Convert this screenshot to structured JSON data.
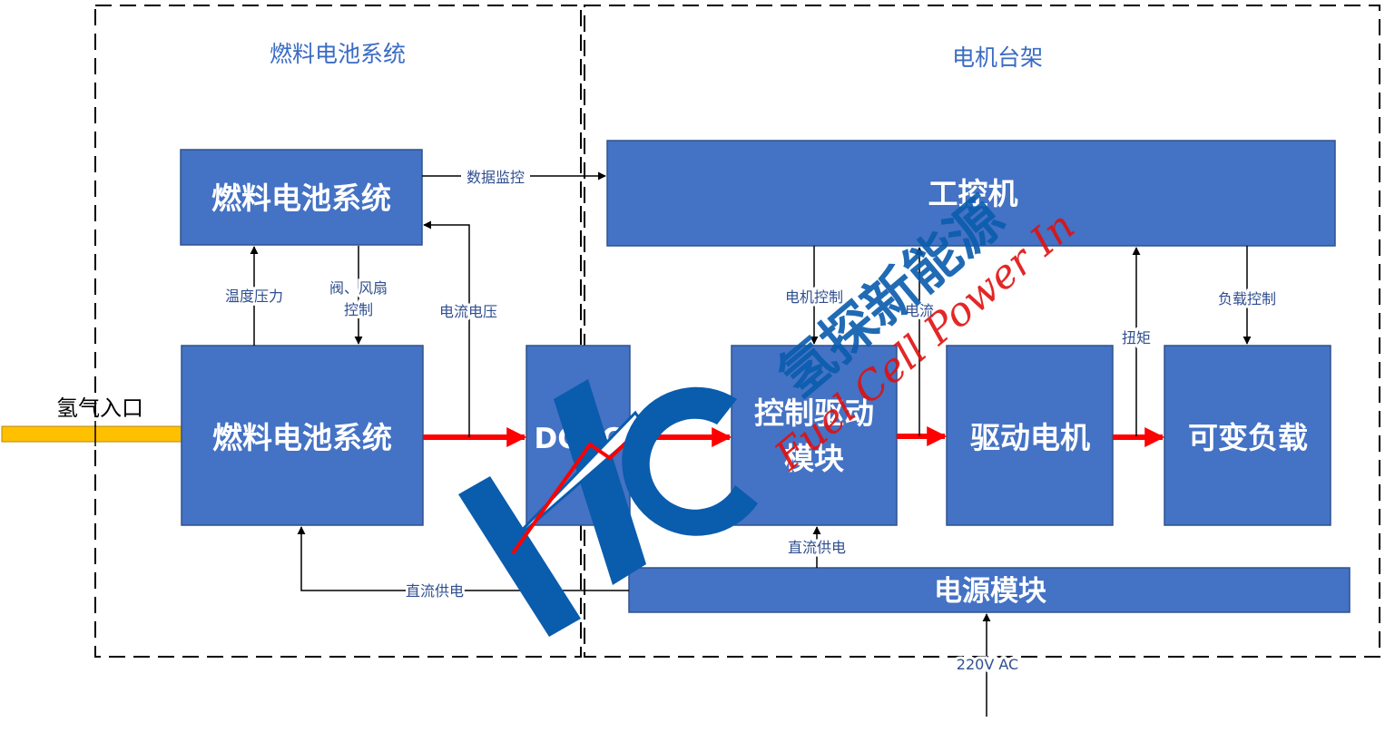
{
  "groups": {
    "fuel_cell": {
      "title": "燃料电池系统"
    },
    "motor_bench": {
      "title": "电机台架"
    }
  },
  "nodes": {
    "fc_controller": "燃料电池系统",
    "fc_stack": "燃料电池系统",
    "dcdc": "DCDC",
    "ipc": "工控机",
    "drive_module_line1": "控制驱动",
    "drive_module_line2": "模块",
    "motor": "驱动电机",
    "load": "可变负载",
    "power_module": "电源模块"
  },
  "edges": {
    "data_monitor": "数据监控",
    "temp_pressure": "温度压力",
    "valve_fan_line1": "阀、风扇",
    "valve_fan_line2": "控制",
    "current_voltage": "电流电压",
    "motor_control": "电机控制",
    "current": "电流",
    "torque": "扭矩",
    "load_control": "负载控制",
    "dc_supply_drive": "直流供电",
    "dc_supply_fc": "直流供电",
    "ac_input": "220V AC"
  },
  "hydrogen_inlet": "氢气入口",
  "watermark": {
    "cn": "氢探新能源",
    "en": "Fuel Cell Power In",
    "logo": "HC-logo"
  },
  "colors": {
    "box_fill": "#4472c4",
    "power_flow": "#ff0000",
    "hydrogen_pipe": "#ffc000",
    "logo_blue": "#0a5cad"
  }
}
